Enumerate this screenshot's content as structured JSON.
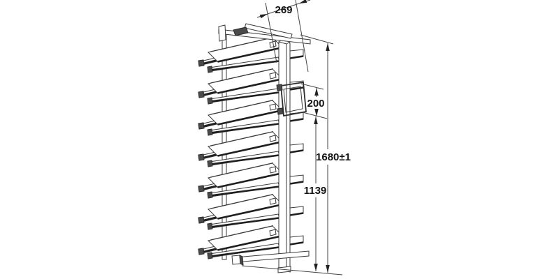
{
  "drawing": {
    "dimensions": {
      "shelf_depth": "269",
      "bracket_height": "200",
      "lower_height": "1139",
      "total_height": "1680±1"
    },
    "colors": {
      "line": "#3a3a3a",
      "heavy_edge": "#1f1f1f",
      "text": "#141414",
      "background": "#ffffff"
    }
  }
}
